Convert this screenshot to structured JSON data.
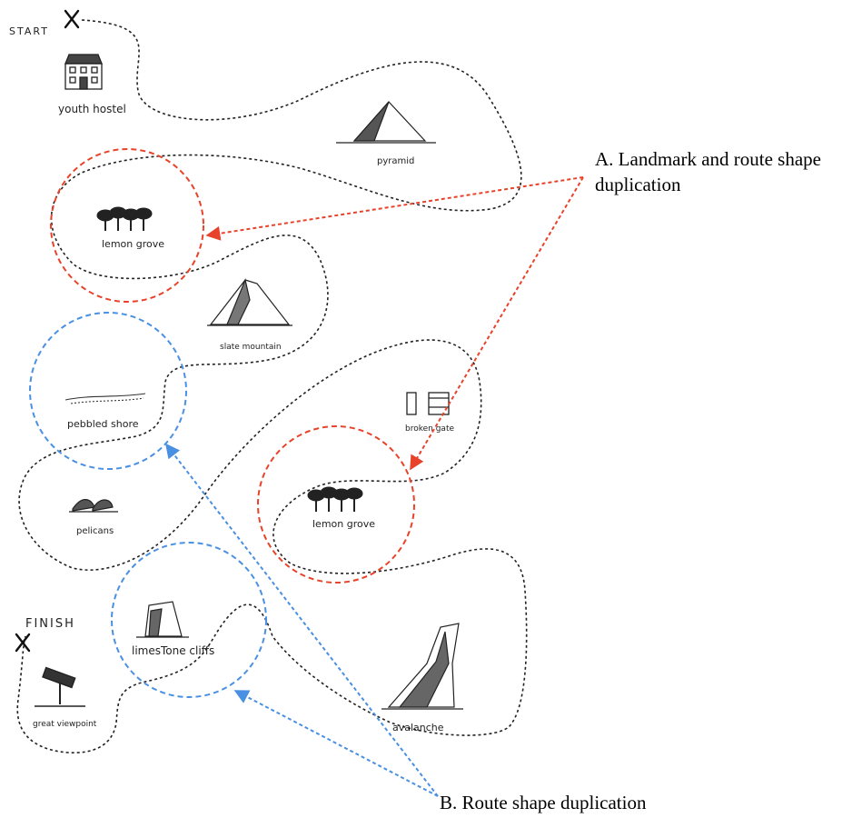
{
  "markers": {
    "start": "START",
    "finish": "FINISH"
  },
  "landmarks": [
    {
      "id": "youth-hostel",
      "label": "youth hostel"
    },
    {
      "id": "pyramid",
      "label": "pyramid"
    },
    {
      "id": "lemon-grove-1",
      "label": "lemon grove"
    },
    {
      "id": "slate-mountain",
      "label": "slate mountain"
    },
    {
      "id": "pebbled-shore",
      "label": "pebbled shore"
    },
    {
      "id": "broken-gate",
      "label": "broken gate"
    },
    {
      "id": "lemon-grove-2",
      "label": "lemon grove"
    },
    {
      "id": "pelicans",
      "label": "pelicans"
    },
    {
      "id": "limestone-cliffs",
      "label": "limesTone cliffs"
    },
    {
      "id": "great-viewpoint",
      "label": "great viewpoint"
    },
    {
      "id": "avalanche",
      "label": "avalanche"
    }
  ],
  "annotations": {
    "a_line1": "A. Landmark and route shape",
    "a_line2": "duplication",
    "b": "B. Route shape duplication"
  },
  "colors": {
    "route": "#222222",
    "landmark_duplication": "#e8432a",
    "route_duplication": "#4a90e2"
  }
}
